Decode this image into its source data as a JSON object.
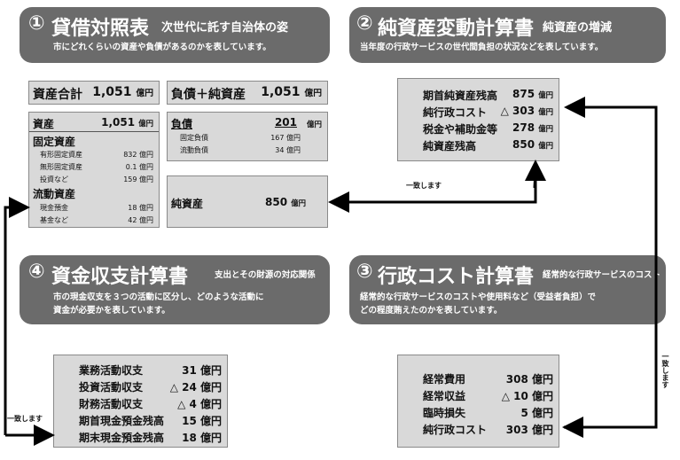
{
  "bs": {
    "title_num": "①",
    "title": "貸借対照表",
    "subtitle": "次世代に託す自治体の姿",
    "desc": "市にどれくらいの資産や負債があるのかを表しています。",
    "assets_total_label": "資産合計",
    "assets_total_value": "1,051",
    "liab_total_label": "負債＋純資産",
    "liab_total_value": "1,051",
    "unit": "億円",
    "assets_label": "資産",
    "assets_value": "1,051",
    "fixed_label": "固定資産",
    "fixed_items": [
      {
        "label": "有形固定資産",
        "value": "832 億円"
      },
      {
        "label": "無形固定資産",
        "value": "0.1 億円"
      },
      {
        "label": "投資など",
        "value": "159 億円"
      }
    ],
    "current_label": "流動資産",
    "current_items": [
      {
        "label": "現金預金",
        "value": "18 億円"
      },
      {
        "label": "基金など",
        "value": "42 億円"
      }
    ],
    "liab_label": "負債",
    "liab_value": "201",
    "liab_items": [
      {
        "label": "固定負債",
        "value": "167 億円"
      },
      {
        "label": "流動負債",
        "value": "34 億円"
      }
    ],
    "net_label": "純資産",
    "net_value": "850"
  },
  "nw": {
    "title_num": "②",
    "title": "純資産変動計算書",
    "subtitle": "純資産の増減",
    "desc": "当年度の行政サービスの世代間負担の状況などを表しています。",
    "rows": [
      {
        "label": "期首純資産残高",
        "value": "875"
      },
      {
        "label": "純行政コスト",
        "value": "△ 303"
      },
      {
        "label": "税金や補助金等",
        "value": "278"
      },
      {
        "label": "純資産残高",
        "value": "850"
      }
    ]
  },
  "cost": {
    "title_num": "③",
    "title": "行政コスト計算書",
    "subtitle": "経常的な行政サービスのコスト",
    "desc_lines": [
      "経常的な行政サービスのコストや使用料など（受益者負担）で",
      "どの程度賄えたのかを表しています。"
    ],
    "rows": [
      {
        "label": "経常費用",
        "value": "308 億円"
      },
      {
        "label": "経常収益",
        "value": "△ 10 億円"
      },
      {
        "label": "臨時損失",
        "value": "5 億円"
      },
      {
        "label": "純行政コスト",
        "value": "303 億円"
      }
    ]
  },
  "cf": {
    "title_num": "④",
    "title": "資金収支計算書",
    "subtitle": "支出とその財源の対応関係",
    "desc_lines": [
      "市の現金収支を３つの活動に区分し、どのような活動に",
      "資金が必要かを表しています。"
    ],
    "rows": [
      {
        "label": "業務活動収支",
        "value": "31 億円"
      },
      {
        "label": "投資活動収支",
        "value": "△ 24 億円"
      },
      {
        "label": "財務活動収支",
        "value": "△ 4 億円"
      },
      {
        "label": "期首現金預金残高",
        "value": "15 億円"
      },
      {
        "label": "期末現金預金残高",
        "value": "18 億円"
      }
    ]
  },
  "notes": {
    "match1": "一致します",
    "match2": "一致します",
    "match3": "一致します"
  }
}
